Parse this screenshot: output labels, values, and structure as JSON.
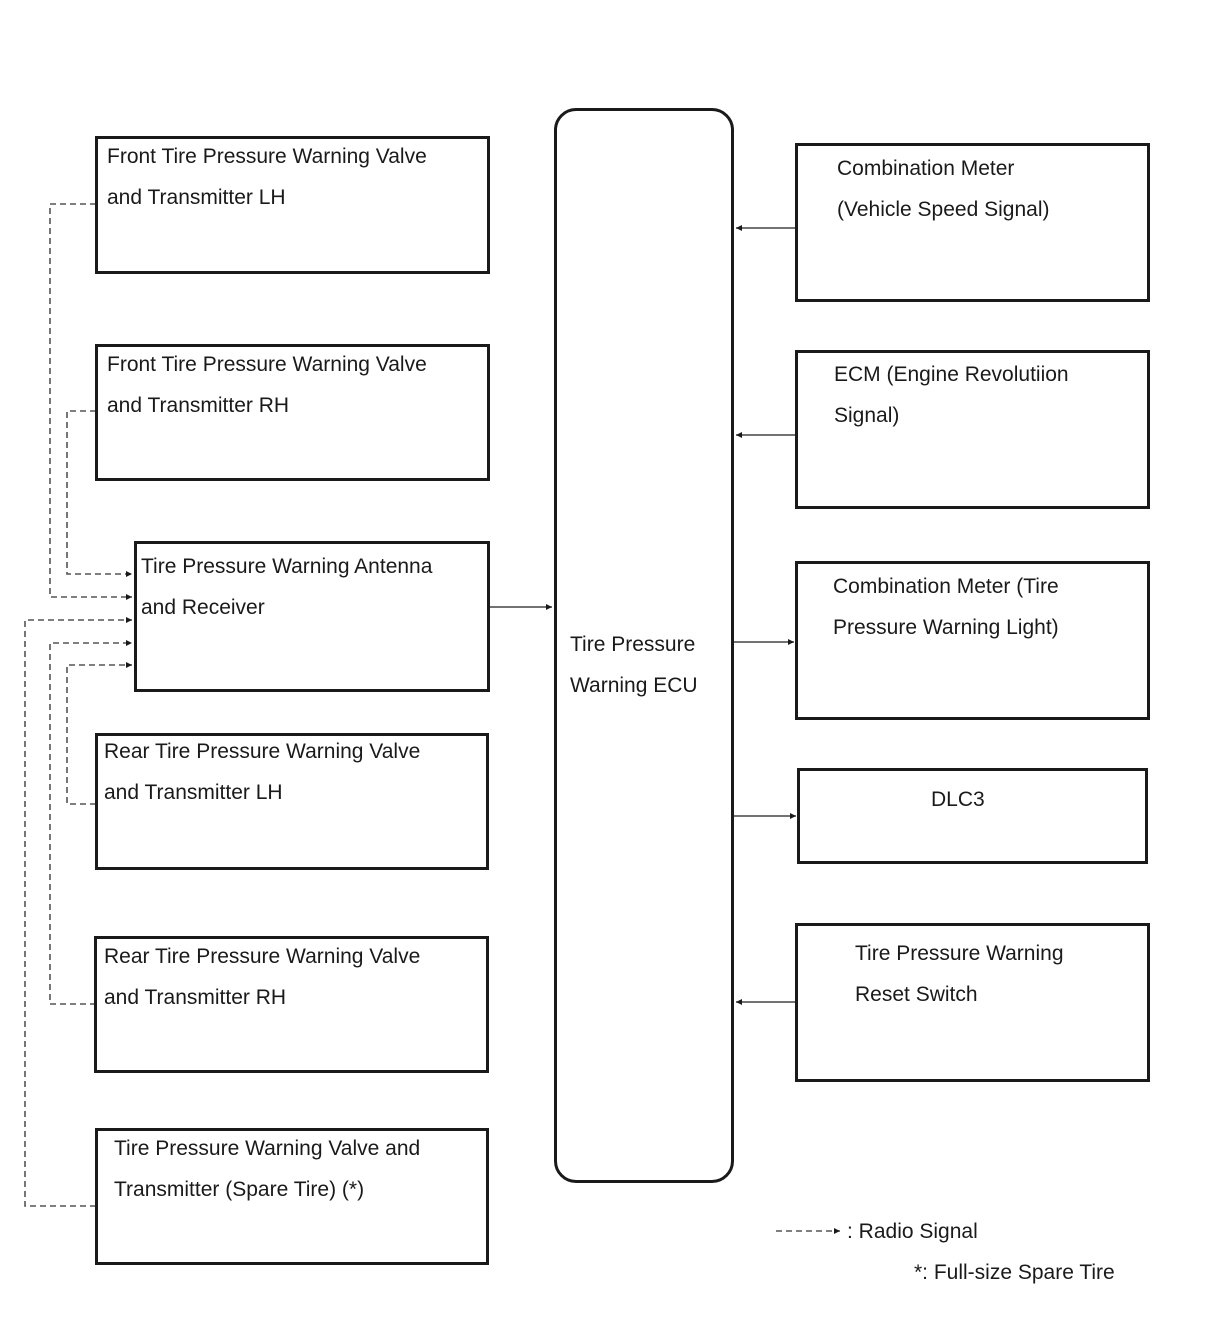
{
  "diagram": {
    "left_components": [
      {
        "id": "front-lh",
        "lines": [
          "Front Tire Pressure Warning Valve",
          "and Transmitter LH"
        ]
      },
      {
        "id": "front-rh",
        "lines": [
          "Front Tire Pressure Warning Valve",
          "and Transmitter RH"
        ]
      },
      {
        "id": "antenna",
        "lines": [
          "Tire Pressure Warning Antenna",
          "and Receiver"
        ]
      },
      {
        "id": "rear-lh",
        "lines": [
          "Rear Tire Pressure Warning Valve",
          "and Transmitter LH"
        ]
      },
      {
        "id": "rear-rh",
        "lines": [
          "Rear Tire Pressure Warning Valve",
          "and Transmitter RH"
        ]
      },
      {
        "id": "spare",
        "lines": [
          "Tire Pressure Warning Valve and",
          "Transmitter (Spare Tire) (*)"
        ]
      }
    ],
    "ecu": {
      "lines": [
        "Tire Pressure",
        "Warning ECU"
      ]
    },
    "right_components": [
      {
        "id": "combo-speed",
        "lines": [
          "Combination Meter",
          "(Vehicle Speed Signal)"
        ]
      },
      {
        "id": "ecm",
        "lines": [
          "ECM (Engine Revolutiion",
          "Signal)"
        ]
      },
      {
        "id": "combo-light",
        "lines": [
          "Combination Meter (Tire",
          "Pressure Warning Light)"
        ]
      },
      {
        "id": "dlc3",
        "lines": [
          "DLC3"
        ]
      },
      {
        "id": "reset-switch",
        "lines": [
          "Tire Pressure Warning",
          "Reset Switch"
        ]
      }
    ],
    "legend": {
      "radio_signal": ": Radio Signal",
      "footnote": "*: Full-size Spare Tire"
    }
  }
}
